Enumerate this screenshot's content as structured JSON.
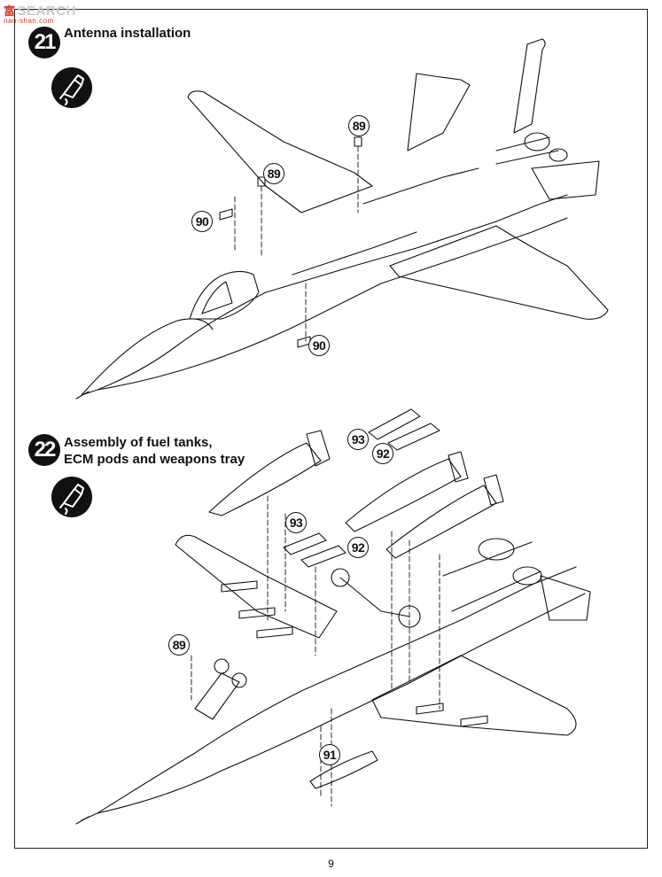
{
  "watermark": {
    "cn": "富",
    "text": "SEARCH",
    "sub": "nan-shan.com"
  },
  "steps": [
    {
      "number": "21",
      "title_lines": [
        "Antenna installation"
      ],
      "icon": "glue-tube-icon"
    },
    {
      "number": "22",
      "title_lines": [
        "Assembly of fuel tanks,",
        "ECM pods and weapons tray"
      ],
      "icon": "glue-tube-icon"
    }
  ],
  "part_labels": {
    "s21_a": "89",
    "s21_b": "89",
    "s21_c": "90",
    "s21_d": "90",
    "s22_a": "93",
    "s22_b": "92",
    "s22_c": "93",
    "s22_d": "92",
    "s22_e": "89",
    "s22_f": "91"
  },
  "page_number": "9"
}
